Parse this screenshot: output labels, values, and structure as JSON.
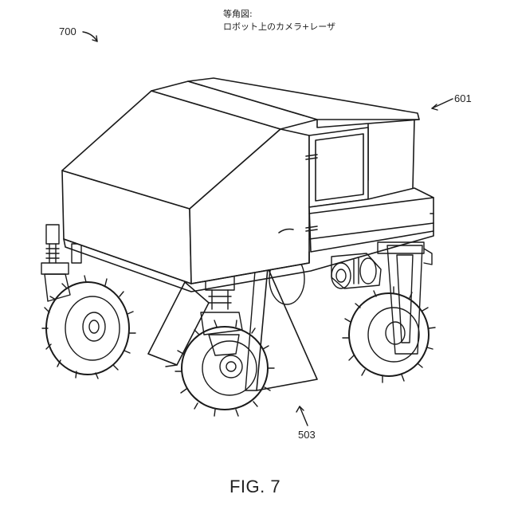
{
  "caption": {
    "line1": "等角図:",
    "line2": "ロボット上のカメラ+レーザ"
  },
  "refs": {
    "robot": "700",
    "camera_housing": "601",
    "laser_mount": "503"
  },
  "figure_label": "FIG. 7"
}
